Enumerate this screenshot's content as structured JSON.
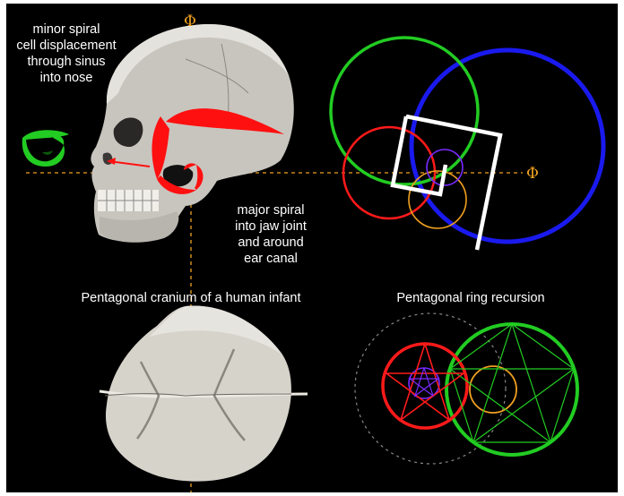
{
  "labels": {
    "minor_spiral": [
      "minor spiral",
      "cell displacement",
      "through sinus",
      "into nose"
    ],
    "major_spiral": [
      "major spiral",
      "into jaw joint",
      "and around",
      "ear canal"
    ],
    "infant_caption": "Pentagonal cranium of a human infant",
    "ring_caption": "Pentagonal ring recursion",
    "phi_symbol": "Φ"
  },
  "colors": {
    "background": "#000000",
    "phi_axes": "#f0a020",
    "spiral_red": "#ff1010",
    "spiral_green": "#22cc22",
    "ring_green": "#22cc22",
    "ring_blue": "#1a1aee",
    "ring_red": "#ff1a1a",
    "ring_orange": "#f0a020",
    "ring_purple": "#7a2aff",
    "square_white": "#ffffff"
  },
  "icons": [
    "skull-illustration",
    "infant-cranium-illustration",
    "phi-spiral-green",
    "phi-spiral-red",
    "golden-rectangle-spiral",
    "pentagram-ring"
  ]
}
